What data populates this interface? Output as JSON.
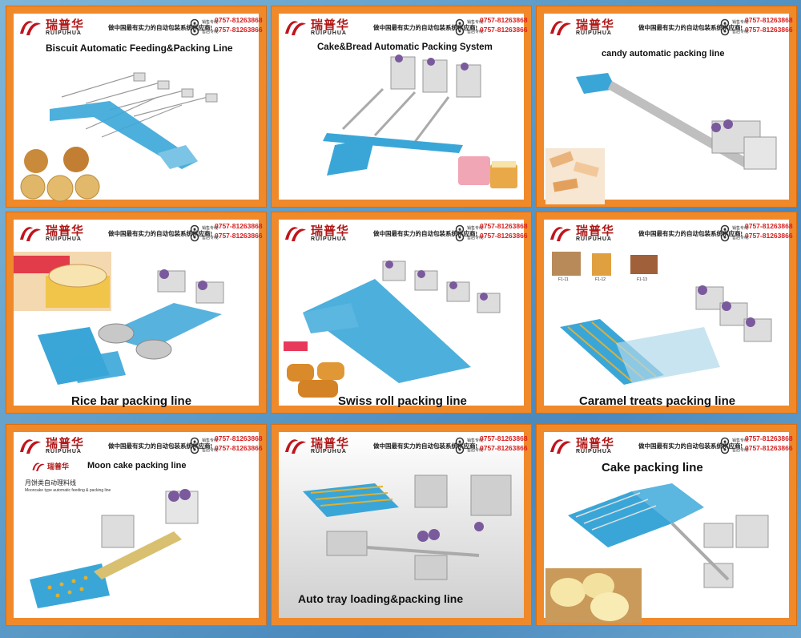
{
  "brand": {
    "cn": "瑞普华",
    "en": "RUIPUHUA",
    "slogan": "做中国最有实力的自动包装系统供应商!",
    "sales_label": "销售专线:",
    "service_label": "售后专线:",
    "phone_sales": "0757-81263868",
    "phone_service": "0757-81263866"
  },
  "colors": {
    "frame": "#f0892a",
    "conveyor": "#3aa6d8",
    "brand_red": "#b01818",
    "phone_red": "#d81e1e"
  },
  "panels": [
    {
      "title": "Biscuit Automatic Feeding&Packing Line"
    },
    {
      "title": "Cake&Bread Automatic Packing System"
    },
    {
      "title": "candy automatic packing line"
    },
    {
      "title": "Rice bar packing line"
    },
    {
      "title": "Swiss roll packing line"
    },
    {
      "title": "Caramel treats packing line",
      "thumb_labels": [
        "F1-11",
        "F1-12",
        "F1-13"
      ]
    },
    {
      "title": "Moon cake packing line",
      "subtitle_cn": "月饼类自动理料线",
      "subtitle_en": "Mooncake type automatic feeding & packing line"
    },
    {
      "title": "Auto tray loading&packing line"
    },
    {
      "title": "Cake packing line"
    }
  ]
}
